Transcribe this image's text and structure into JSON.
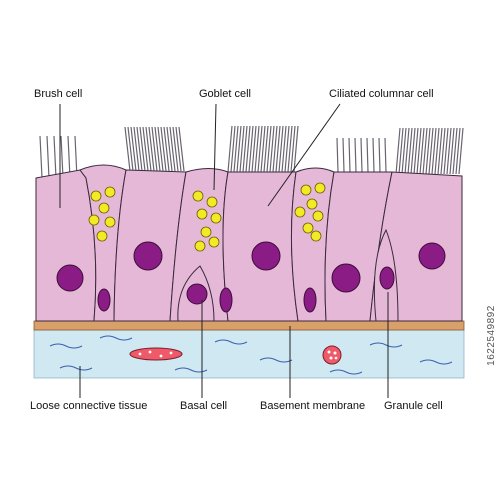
{
  "labels": {
    "brush_cell": "Brush cell",
    "goblet_cell": "Goblet cell",
    "ciliated_columnar_cell": "Ciliated columnar cell",
    "loose_connective_tissue": "Loose connective tissue",
    "basal_cell": "Basal cell",
    "basement_membrane": "Basement membrane",
    "granule_cell": "Granule cell"
  },
  "side_code": "1622549892",
  "colors": {
    "cell_fill": "#e6b8d8",
    "nucleus": "#8b1c86",
    "granule": "#f2ea24",
    "membrane": "#d9a06c",
    "connective_tissue": "#cfe8f2",
    "cilia": "#6b6470",
    "outline": "#3a2a3a",
    "red_cell": "#ef5a6a",
    "wave": "#3a5fb0"
  }
}
